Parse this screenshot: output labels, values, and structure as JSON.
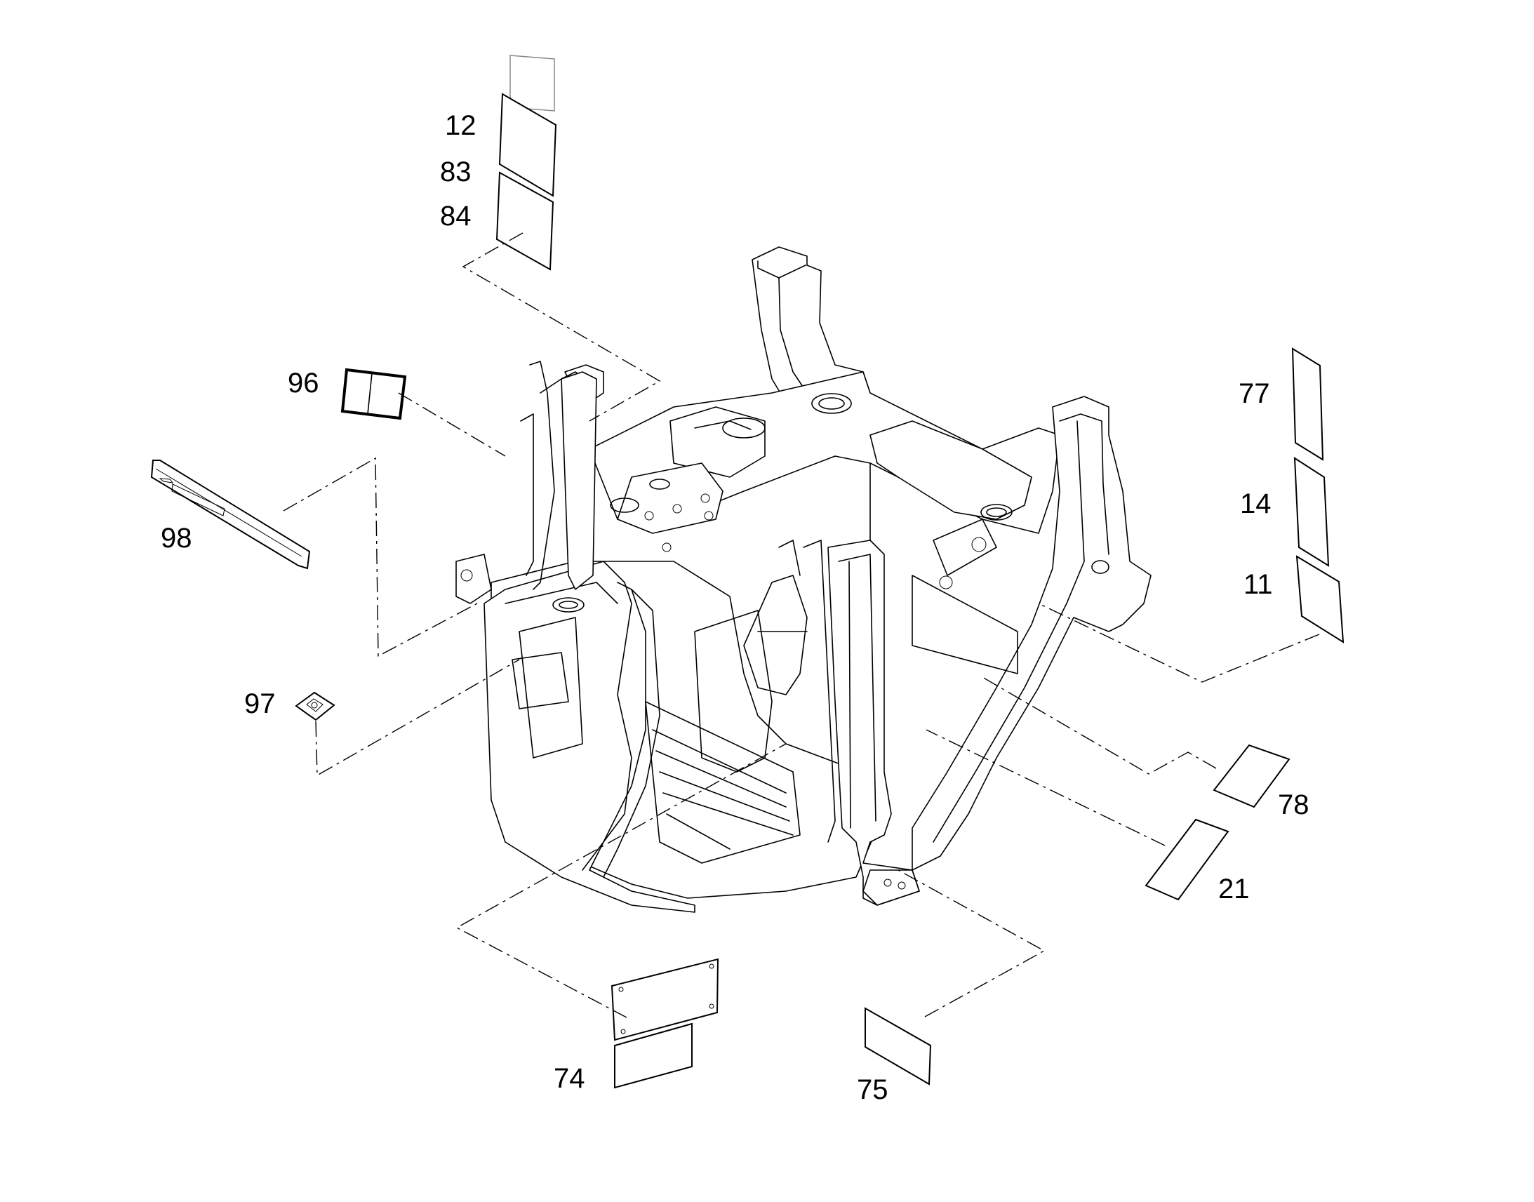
{
  "callouts": {
    "c12": "12",
    "c83": "83",
    "c84": "84",
    "c96": "96",
    "c98": "98",
    "c97": "97",
    "c77": "77",
    "c14": "14",
    "c11": "11",
    "c78": "78",
    "c21": "21",
    "c74": "74",
    "c75": "75"
  }
}
